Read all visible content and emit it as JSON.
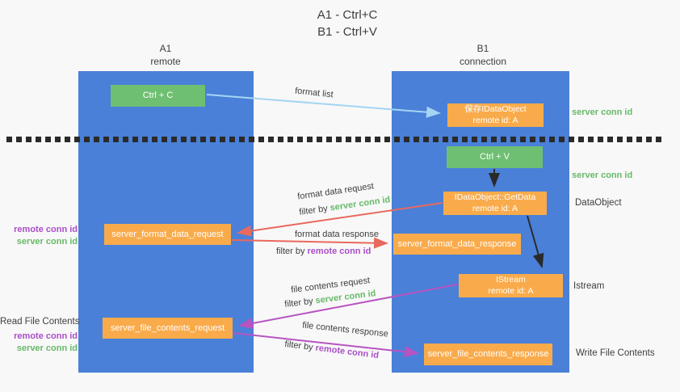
{
  "title": {
    "line1": "A1 - Ctrl+C",
    "line2": "B1 - Ctrl+V"
  },
  "columns": {
    "left": {
      "name": "A1",
      "subtitle": "remote"
    },
    "right": {
      "name": "B1",
      "subtitle": "connection"
    }
  },
  "boxes": {
    "ctrl_c": {
      "label": "Ctrl + C"
    },
    "save_dataobject": {
      "line1": "保存IDataObject",
      "line2": "remote id: A"
    },
    "ctrl_v": {
      "label": "Ctrl + V"
    },
    "getdata": {
      "line1": "IDataObject::GetData",
      "line2": "remote id: A"
    },
    "server_format_data_request": {
      "label": "server_format_data_request"
    },
    "server_format_data_response": {
      "label": "server_format_data_response"
    },
    "istream": {
      "line1": "IStream",
      "line2": "remote id: A"
    },
    "server_file_contents_request": {
      "label": "server_file_contents_request"
    },
    "server_file_contents_response": {
      "label": "server_file_contents_response"
    }
  },
  "right_labels": {
    "server_conn_id_top": "server conn id",
    "server_conn_id_mid": "server conn id",
    "dataobject": "DataObject",
    "istream": "Istream",
    "write_file_contents": "Write File Contents"
  },
  "left_labels": {
    "format_remote_conn_id": "remote conn id",
    "format_server_conn_id": "server conn id",
    "read_file_contents": "Read File Contents",
    "file_remote_conn_id": "remote conn id",
    "file_server_conn_id": "server conn id"
  },
  "flow_labels": {
    "format_list": "format list",
    "format_data_request": "format data request",
    "format_data_request_filter_prefix": "filter by ",
    "format_data_request_filter_key": "server conn id",
    "format_data_response": "format data response",
    "format_data_response_filter_prefix": "filter by ",
    "format_data_response_filter_key": "remote conn id",
    "file_contents_request": "file contents request",
    "file_contents_request_filter_prefix": "filter by ",
    "file_contents_request_filter_key": "server conn id",
    "file_contents_response": "file contents response",
    "file_contents_response_filter_prefix": "filter by ",
    "file_contents_response_filter_key": "remote conn id"
  },
  "colors": {
    "panel_blue": "#4a80d8",
    "box_green": "#6fbf72",
    "box_orange": "#f9ab4b",
    "arrow_light_blue": "#a5d5f3",
    "arrow_red": "#e8695e",
    "arrow_magenta": "#b854c2",
    "arrow_black": "#2a2a2a",
    "text_green": "#67b968",
    "text_purple": "#a94fc6"
  }
}
